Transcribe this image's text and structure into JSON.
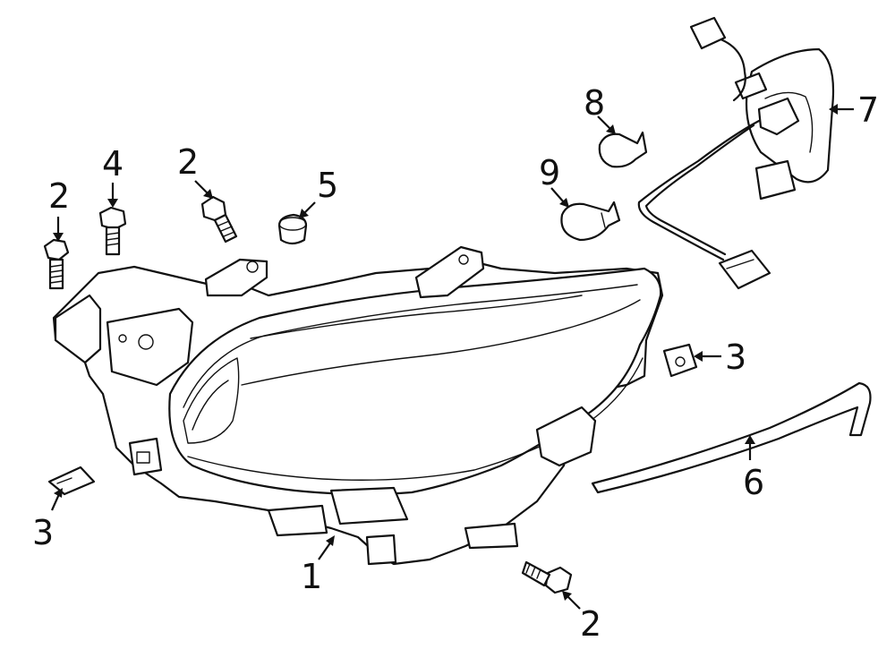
{
  "callouts": [
    {
      "id": "c1",
      "label": "1"
    },
    {
      "id": "c2a",
      "label": "2"
    },
    {
      "id": "c2b",
      "label": "2"
    },
    {
      "id": "c2c",
      "label": "2"
    },
    {
      "id": "c3a",
      "label": "3"
    },
    {
      "id": "c3b",
      "label": "3"
    },
    {
      "id": "c4",
      "label": "4"
    },
    {
      "id": "c5",
      "label": "5"
    },
    {
      "id": "c6",
      "label": "6"
    },
    {
      "id": "c7",
      "label": "7"
    },
    {
      "id": "c8",
      "label": "8"
    },
    {
      "id": "c9",
      "label": "9"
    }
  ]
}
